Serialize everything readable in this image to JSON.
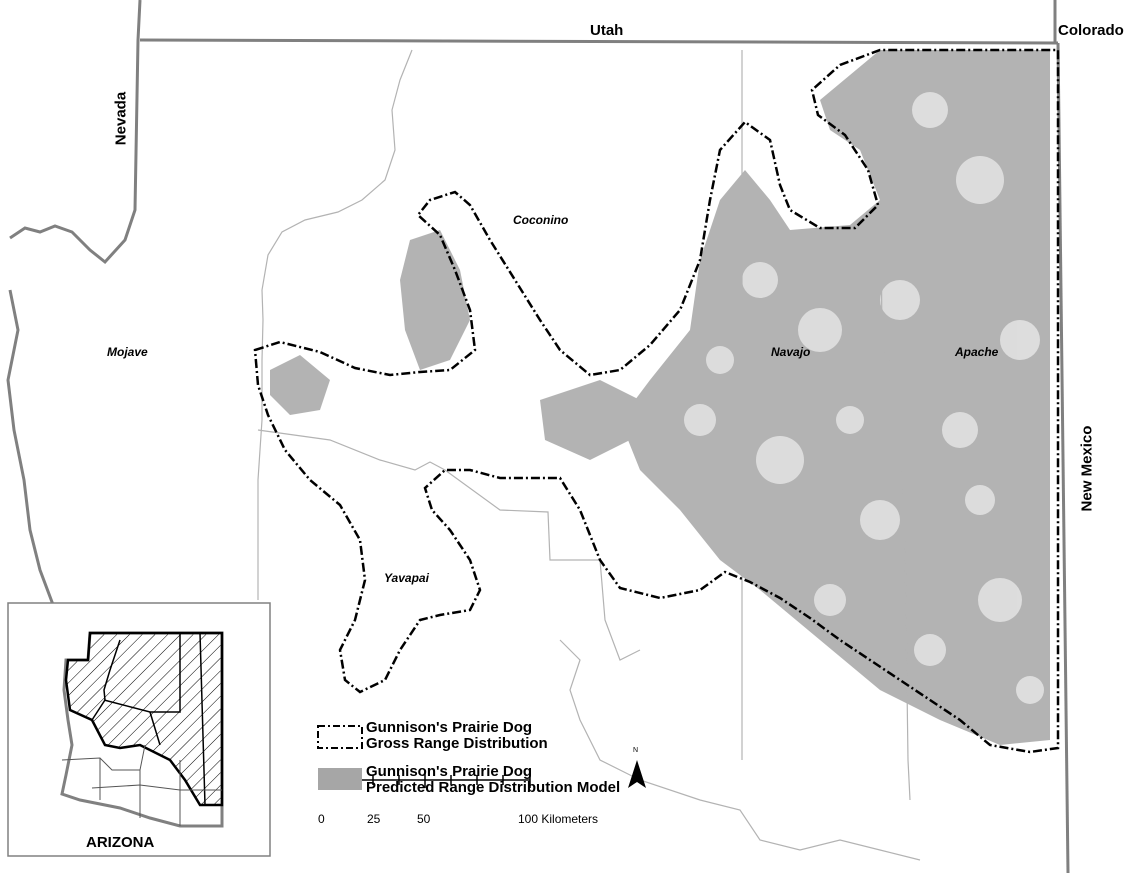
{
  "states": {
    "utah": "Utah",
    "colorado": "Colorado",
    "nevada": "Nevada",
    "new_mexico": "New Mexico"
  },
  "counties": {
    "coconino": "Coconino",
    "mojave": "Mojave",
    "navajo": "Navajo",
    "apache": "Apache",
    "yavapai": "Yavapai"
  },
  "legend": {
    "gross_line1": "Gunnison's Prairie Dog",
    "gross_line2": "Gross Range Distribution",
    "model_line1": "Gunnison's Prairie Dog",
    "model_line2": "Predicted Range Distribution Model"
  },
  "scale_bar": {
    "ticks": [
      "0",
      "25",
      "50",
      "100 Kilometers"
    ]
  },
  "north_arrow": {
    "letter": "N"
  },
  "inset": {
    "title": "ARIZONA"
  },
  "colors": {
    "predicted_range_fill": "#a6a6a6",
    "state_border": "#808080",
    "county_border": "#b3b3b3",
    "gross_range_line": "#000000"
  },
  "icons": {
    "north_arrow": "north-arrow-icon"
  }
}
